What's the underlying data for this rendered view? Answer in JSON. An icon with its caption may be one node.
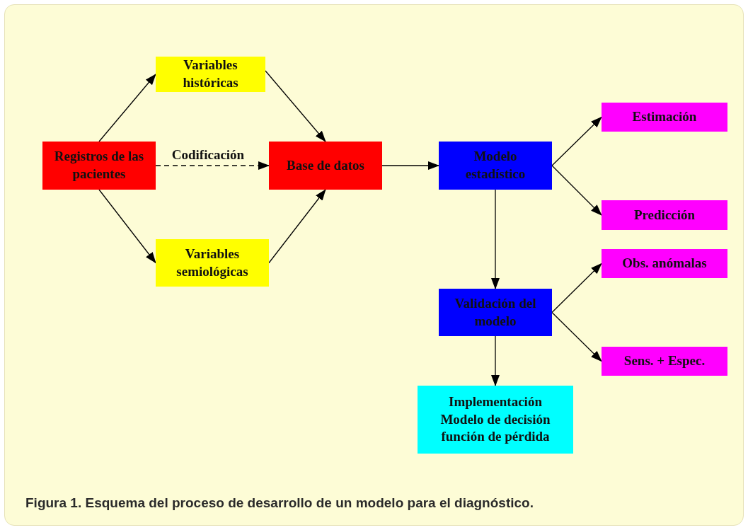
{
  "diagram": {
    "caption": "**Figura 1.** Esquema del proceso de desarrollo de un modelo para el diagnóstico.",
    "nodes": [
      {
        "text": [
          "Registros de las pacientes"
        ]
      },
      {
        "text": [
          "Variables históricas"
        ]
      },
      {
        "text": [
          "Base de datos"
        ]
      },
      {
        "text": [
          "Variables semiológicas"
        ]
      },
      {
        "text": [
          "Modelo estadístico"
        ]
      },
      {
        "text": [
          "Estimación"
        ]
      },
      {
        "text": [
          "Predicción"
        ]
      },
      {
        "text": [
          "Validación del modelo"
        ]
      },
      {
        "text": [
          "Obs. anómalas"
        ]
      },
      {
        "text": [
          "Sens. + Espec."
        ]
      },
      {
        "text": [
          "Implementación",
          "Modelo de decisión",
          "función de pérdida"
        ]
      }
    ],
    "edges": [
      {
        "from": 0,
        "to": 1,
        "arrow": "to"
      },
      {
        "from": 0,
        "to": 3,
        "arrow": "to"
      },
      {
        "from": 0,
        "to": 2,
        "arrow": "to",
        "label": "Codificación",
        "style": "dashed"
      },
      {
        "from": 1,
        "to": 2,
        "arrow": "to"
      },
      {
        "from": 3,
        "to": 2,
        "arrow": "to"
      },
      {
        "from": 2,
        "to": 4,
        "arrow": "to"
      },
      {
        "from": 4,
        "to": 5,
        "arrow": "to"
      },
      {
        "from": 4,
        "to": 6,
        "arrow": "to"
      },
      {
        "from": 4,
        "to": 7,
        "arrow": "to"
      },
      {
        "from": 7,
        "to": 8,
        "arrow": "to"
      },
      {
        "from": 7,
        "to": 9,
        "arrow": "to"
      },
      {
        "from": 7,
        "to": 10,
        "arrow": "to"
      }
    ]
  }
}
